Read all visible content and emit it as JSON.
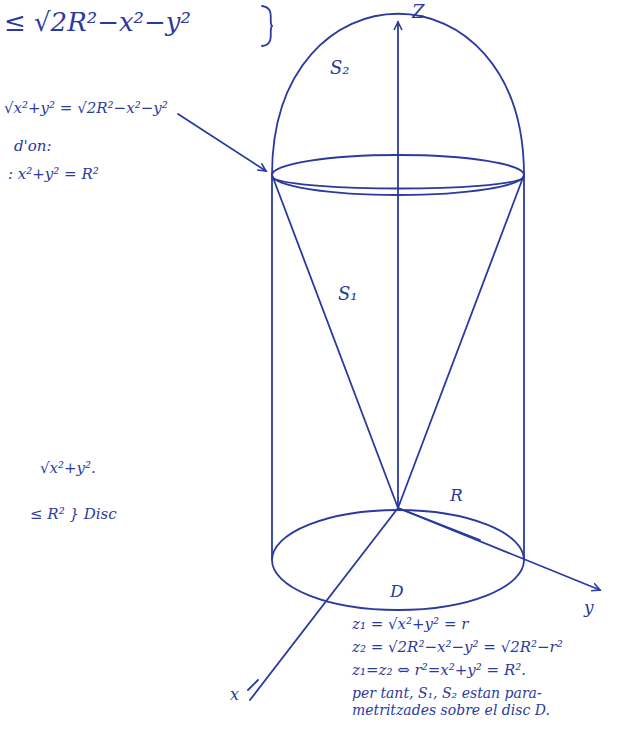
{
  "diagram": {
    "labels": [
      "≤ √2R²−x²−y²",
      "Z",
      "S₂",
      "√x²+y² = √2R²−x²−y²",
      "d'on:",
      ": x²+y² = R²",
      "S₁",
      "R",
      "√x²+y².",
      "≤ R² } Disc",
      "D",
      "x",
      "y",
      "z₁ = √x²+y² = r",
      "z₂ = √2R²−x²−y² = √2R²−r²",
      "z₁=z₂ ⇔ r²=x²+y² = R².",
      "per tant, S₁, S₂ estan para- metritzades sobre el disc D."
    ]
  }
}
